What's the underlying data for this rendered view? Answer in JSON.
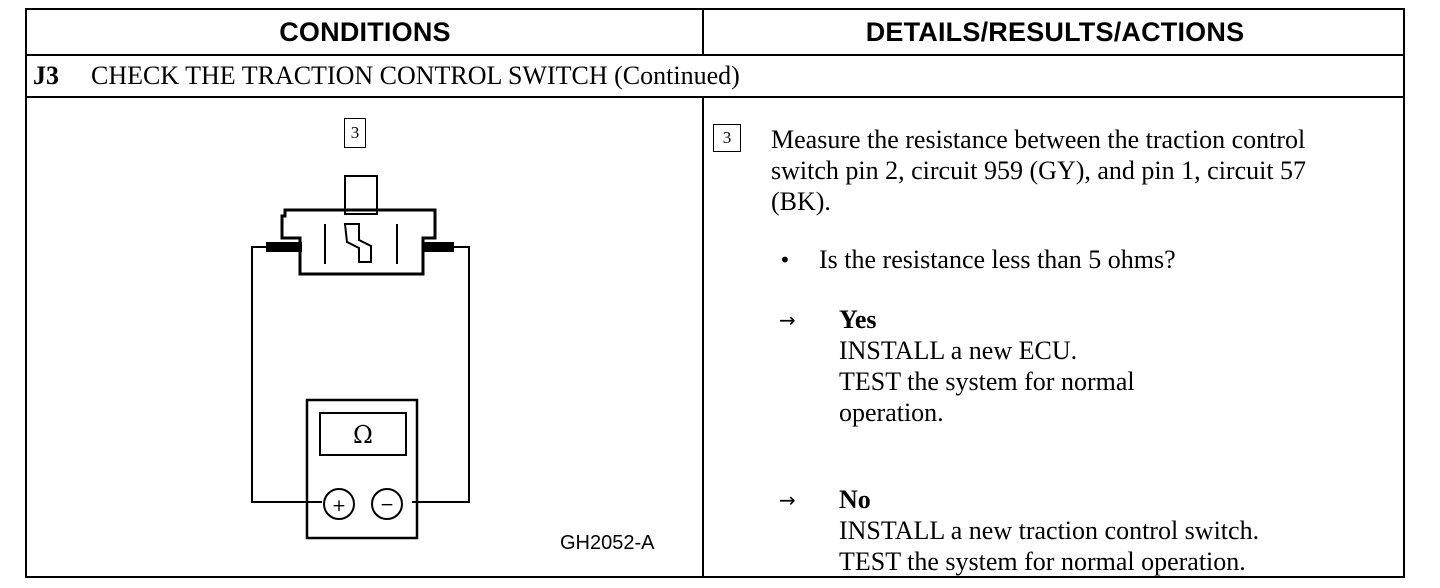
{
  "headers": {
    "conditions": "CONDITIONS",
    "details": "DETAILS/RESULTS/ACTIONS"
  },
  "step": {
    "code": "J3",
    "title": "CHECK THE TRACTION CONTROL SWITCH (Continued)"
  },
  "figure": {
    "step_marker": "3",
    "meter_symbol": "Ω",
    "plus": "+",
    "minus": "−",
    "figure_id": "GH2052-A",
    "icons": [
      "switch-icon",
      "ohmmeter-icon"
    ]
  },
  "details": {
    "step_marker": "3",
    "instruction_lines": [
      "Measure the resistance between the traction control",
      "switch pin 2, circuit 959 (GY), and pin 1, circuit 57",
      "(BK)."
    ],
    "question": "Is the resistance less than 5 ohms?",
    "bullet": "•",
    "arrow": "→",
    "yes": {
      "label": "Yes",
      "actions": [
        "INSTALL a new ECU.",
        "TEST the system for normal",
        "operation."
      ]
    },
    "no": {
      "label": "No",
      "actions": [
        "INSTALL a new traction control switch.",
        "TEST the system for normal operation."
      ]
    }
  }
}
